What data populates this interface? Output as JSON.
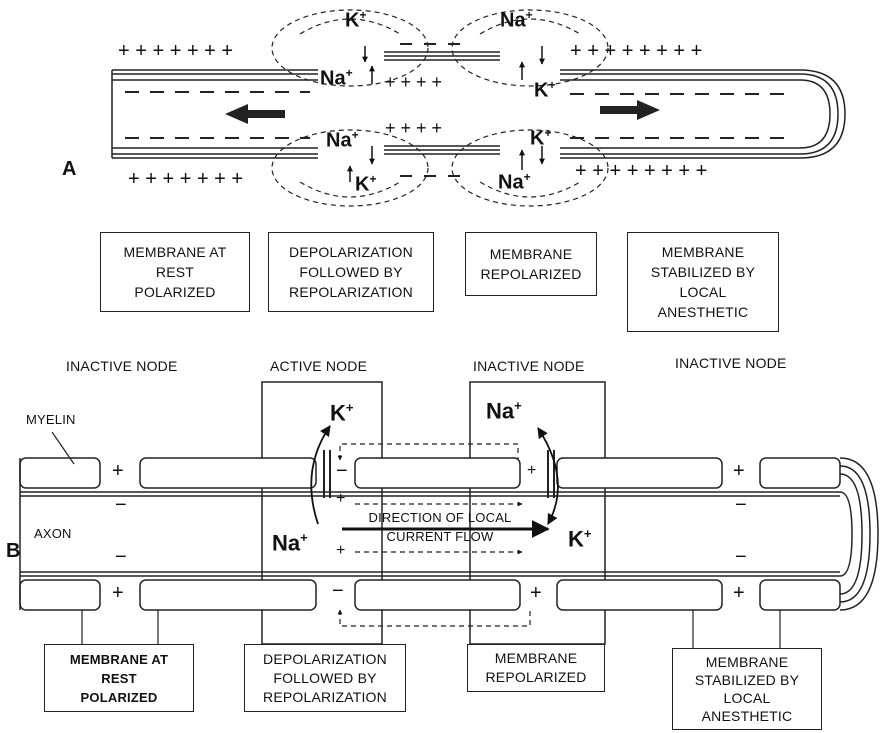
{
  "panel_a": {
    "letter": "A",
    "captions": [
      "MEMBRANE AT\nREST\nPOLARIZED",
      "DEPOLARIZATION\nFOLLOWED BY\nREPOLARIZATION",
      "MEMBRANE\nREPOLARIZED",
      "MEMBRANE\nSTABILIZED BY\nLOCAL\nANESTHETIC"
    ],
    "plus_row": "+ + + + + + +",
    "plus_row_right": "+ + + + + + + +",
    "ions": {
      "na": "Na",
      "k": "K",
      "charge": "+"
    }
  },
  "panel_b": {
    "letter": "B",
    "node_labels": [
      "INACTIVE NODE",
      "ACTIVE NODE",
      "INACTIVE NODE",
      "INACTIVE NODE"
    ],
    "myelin_label": "MYELIN",
    "axon_label": "AXON",
    "current_label": "DIRECTION OF LOCAL\nCURRENT FLOW",
    "captions": [
      "MEMBRANE AT\nREST\nPOLARIZED",
      "DEPOLARIZATION\nFOLLOWED BY\nREPOLARIZATION",
      "MEMBRANE\nREPOLARIZED",
      "MEMBRANE\nSTABILIZED BY\nLOCAL\nANESTHETIC"
    ],
    "ions": {
      "na": "Na",
      "k": "K",
      "charge": "+"
    }
  }
}
